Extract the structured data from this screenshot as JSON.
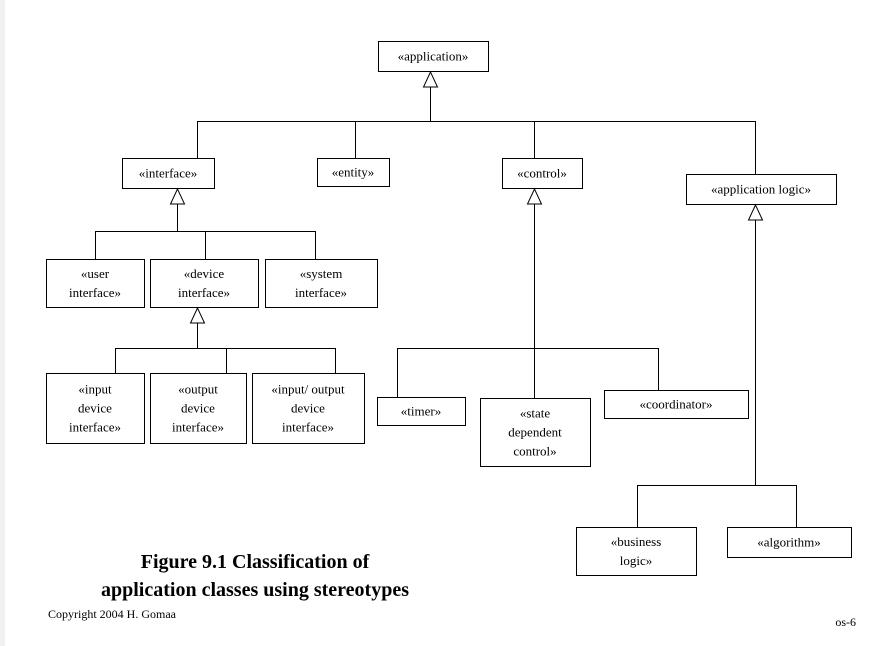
{
  "diagram": {
    "nodes": {
      "application": [
        "«application»"
      ],
      "interface": [
        "«interface»"
      ],
      "entity": [
        "«entity»"
      ],
      "control": [
        "«control»"
      ],
      "application_logic": [
        "«application logic»"
      ],
      "user_interface": [
        "«user",
        "interface»"
      ],
      "device_interface": [
        "«device",
        "interface»"
      ],
      "system_interface": [
        "«system",
        "interface»"
      ],
      "input_device_interface": [
        "«input",
        "device",
        "interface»"
      ],
      "output_device_interface": [
        "«output",
        "device",
        "interface»"
      ],
      "io_device_interface": [
        "«input/ output",
        "device",
        "interface»"
      ],
      "timer": [
        "«timer»"
      ],
      "state_dependent_control": [
        "«state",
        "dependent",
        "control»"
      ],
      "coordinator": [
        "«coordinator»"
      ],
      "business_logic": [
        "«business",
        "logic»"
      ],
      "algorithm": [
        "«algorithm»"
      ]
    },
    "generalizations": [
      {
        "parent": "application",
        "children": [
          "interface",
          "entity",
          "control",
          "application_logic"
        ]
      },
      {
        "parent": "interface",
        "children": [
          "user_interface",
          "device_interface",
          "system_interface"
        ]
      },
      {
        "parent": "device_interface",
        "children": [
          "input_device_interface",
          "output_device_interface",
          "io_device_interface"
        ]
      },
      {
        "parent": "control",
        "children": [
          "timer",
          "state_dependent_control",
          "coordinator"
        ]
      },
      {
        "parent": "application_logic",
        "children": [
          "business_logic",
          "algorithm"
        ]
      }
    ]
  },
  "caption": {
    "line1": "Figure 9.1 Classification of",
    "line2": "application classes using stereotypes"
  },
  "footer": {
    "copyright": "Copyright 2004 H. Gomaa",
    "slide_number": "os-6"
  }
}
